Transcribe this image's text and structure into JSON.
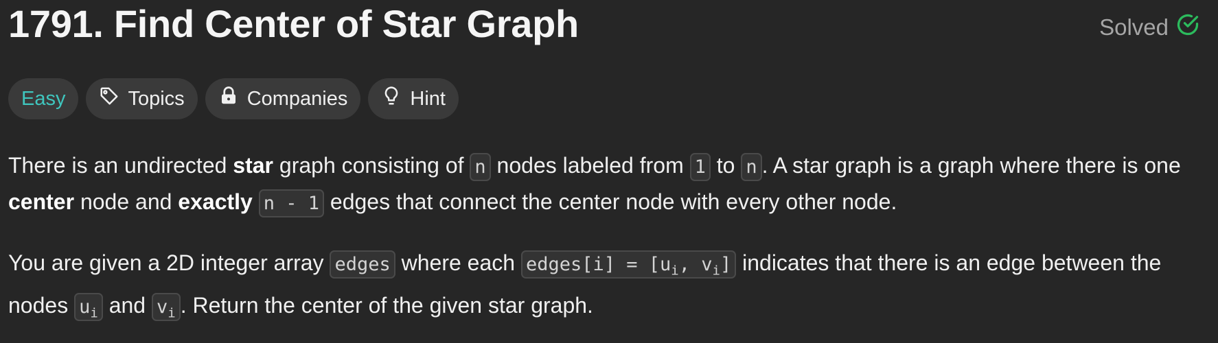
{
  "problem": {
    "title": "1791. Find Center of Star Graph",
    "status_label": "Solved"
  },
  "tags": {
    "difficulty": "Easy",
    "topics": "Topics",
    "companies": "Companies",
    "hint": "Hint"
  },
  "description": {
    "p1": {
      "t1": "There is an undirected ",
      "b1": "star",
      "t2": " graph consisting of ",
      "c1": "n",
      "t3": " nodes labeled from ",
      "c2": "1",
      "t4": " to ",
      "c3": "n",
      "t5": ". A star graph is a graph where there is one ",
      "b2": "center",
      "t6": " node and ",
      "b3": "exactly",
      "t7": " ",
      "c4": "n - 1",
      "t8": " edges that connect the center node with every other node."
    },
    "p2": {
      "t1": "You are given a 2D integer array ",
      "c1": "edges",
      "t2": " where each ",
      "c2a": "edges[i] = [u",
      "c2s1": "i",
      "c2b": ", v",
      "c2s2": "i",
      "c2c": "]",
      "t3": " indicates that there is an edge between the nodes ",
      "c3a": "u",
      "c3s": "i",
      "t4": " and ",
      "c4a": "v",
      "c4s": "i",
      "t5": ". Return the center of the given star graph."
    }
  },
  "colors": {
    "background": "#262626",
    "easy": "#3fc6be",
    "solved_check": "#2cbb5d",
    "chip": "#3a3a3a"
  },
  "icons": [
    "check-circle-icon",
    "tag-icon",
    "lock-icon",
    "lightbulb-icon"
  ]
}
